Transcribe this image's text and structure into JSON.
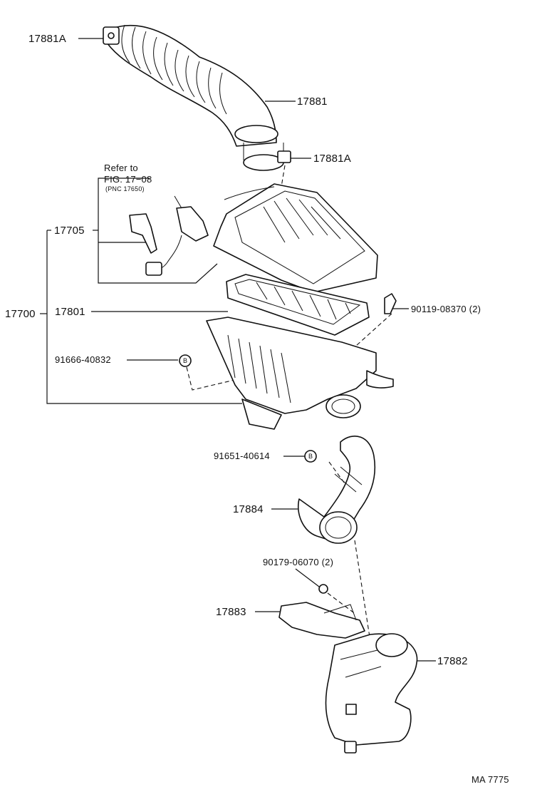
{
  "labels": {
    "p17881a_top": "17881A",
    "p17881": "17881",
    "p17881a_mid": "17881A",
    "refer_to": "Refer to",
    "fig_ref": "FIG. 17−08",
    "pnc_ref": "(PNC 17650)",
    "p17705": "17705",
    "p17700": "17700",
    "p17801": "17801",
    "p90119": "90119-08370 (2)",
    "p91666": "91666-40832",
    "p91651": "91651-40614",
    "p17884": "17884",
    "p90179": "90179-06070 (2)",
    "p17883": "17883",
    "p17882": "17882",
    "footer_code": "MA 7775",
    "clip_marker": "B"
  }
}
